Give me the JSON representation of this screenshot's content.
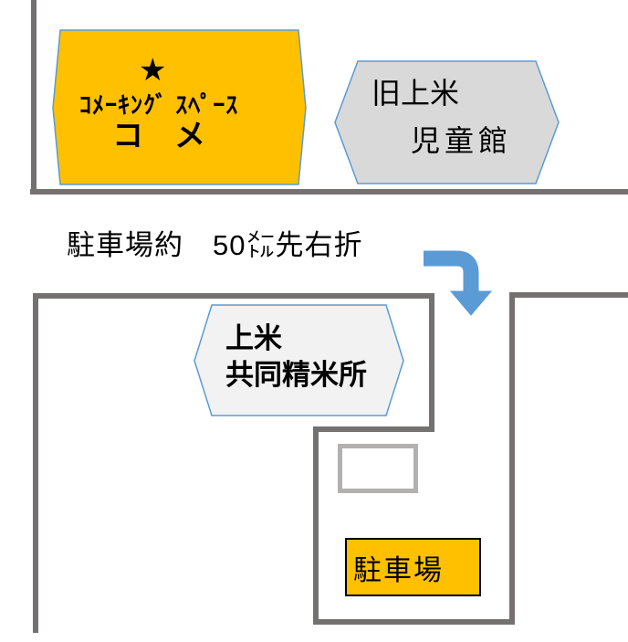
{
  "direction_note": {
    "text": "駐車場約　50㍍先右折"
  },
  "landmarks": {
    "komeking_space": {
      "star": "★",
      "subtitle": "ｺﾒｰｷﾝｸﾞ ｽﾍﾟｰｽ",
      "title": "コ　メ",
      "fill_color": "#FFC000"
    },
    "former_kamiyone_childrens_hall": {
      "line1": "旧上米",
      "line2": "児童館",
      "fill_color": "#D9D9D9"
    },
    "kamiyone_rice_mill": {
      "line1": "上米",
      "line2": "共同精米所",
      "fill_color": "#F2F2F2"
    },
    "parking_sign": {
      "label": "駐車場",
      "fill_color": "#FFC000"
    }
  },
  "colors": {
    "road_gray": "#767171",
    "arrow_blue": "#5B9BD5",
    "shape_border_blue": "#5B9BD5",
    "white_building_border": "#B3B0B0"
  }
}
